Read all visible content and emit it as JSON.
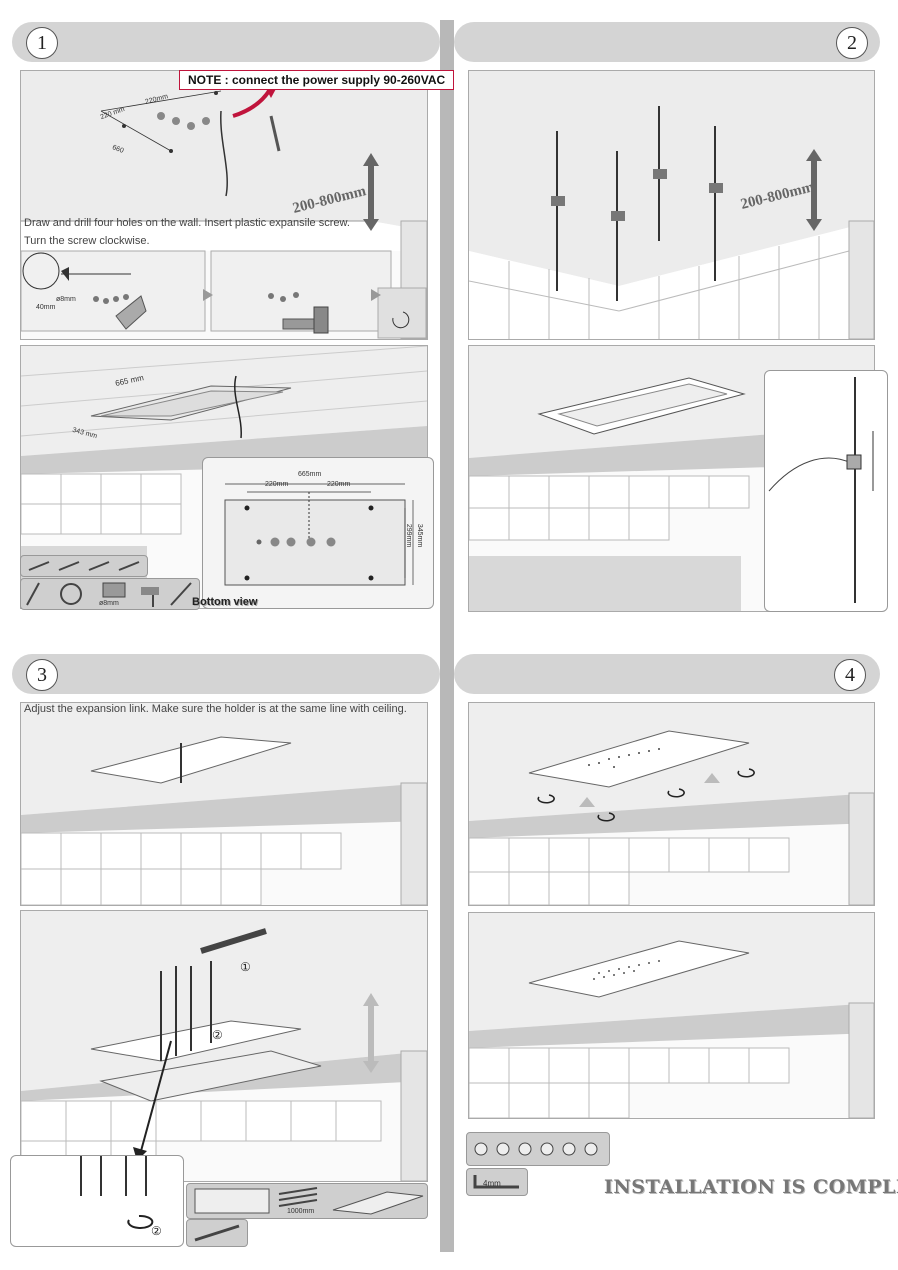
{
  "steps": {
    "s1": "1",
    "s2": "2",
    "s3": "3",
    "s4": "4"
  },
  "step1": {
    "note": "NOTE : connect the power supply 90-260VAC",
    "height_range": "200-800mm",
    "dim_220a": "220 mm",
    "dim_220b": "220mm",
    "dim_660": "660",
    "caption1": "Draw and drill four holes on the wall.  Insert plastic expansile screw.",
    "caption2": "Turn the screw clockwise.",
    "drill_size": "ø8mm",
    "depth": "40mm",
    "frame_dim": "665 mm",
    "frame_dim2": "343 mm",
    "bottom_665": "665mm",
    "bottom_220a": "220mm",
    "bottom_220b": "220mm",
    "bottom_345": "345mm",
    "bottom_299": "299mm",
    "tool_drill": "ø8mm",
    "bottom_view": "Bottom view"
  },
  "step2": {
    "height_range": "200-800mm"
  },
  "step3": {
    "caption": "Adjust the expansion link. Make sure the holder is at the same line with ceiling.",
    "marker1": "①",
    "marker2": "②",
    "marker2b": "②",
    "hose_len": "1000mm"
  },
  "step4": {
    "wrench": "4mm",
    "complete": "INSTALLATION IS COMPLETE"
  },
  "colors": {
    "bar": "#d4d4d4",
    "note_border": "#c0143c",
    "arrow_red": "#c0143c"
  }
}
